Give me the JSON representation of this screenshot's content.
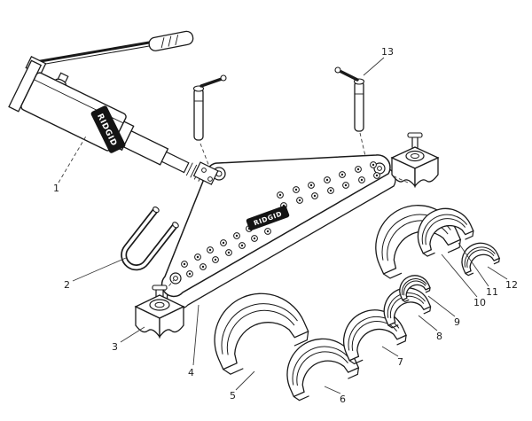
{
  "diagram": {
    "brand": "RIDGID",
    "callouts": [
      {
        "id": "1"
      },
      {
        "id": "2"
      },
      {
        "id": "3"
      },
      {
        "id": "4"
      },
      {
        "id": "5"
      },
      {
        "id": "6"
      },
      {
        "id": "7"
      },
      {
        "id": "8"
      },
      {
        "id": "9"
      },
      {
        "id": "10"
      },
      {
        "id": "11"
      },
      {
        "id": "12"
      },
      {
        "id": "13"
      }
    ]
  }
}
